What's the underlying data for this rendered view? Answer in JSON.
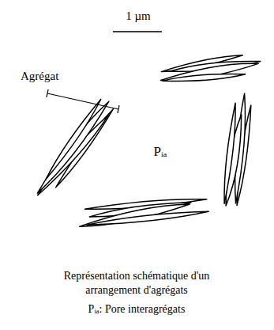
{
  "diagram": {
    "caption": "Représentation schématique d'un arrangement d'agrégats",
    "labels": [
      "1 µm",
      "Agrégat",
      "Pᵢₐ",
      "Pᵢₐ: Pore interagrégats"
    ]
  }
}
